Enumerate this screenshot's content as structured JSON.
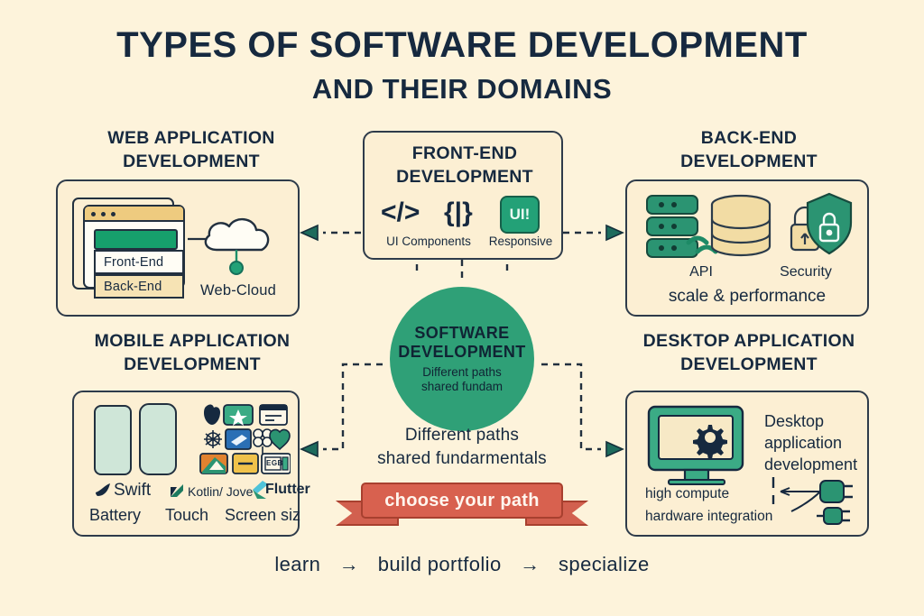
{
  "page": {
    "background_color": "#fdf3db",
    "ink_color": "#16293f",
    "accent_green": "#2fa077",
    "accent_red": "#d8614f",
    "accent_tan": "#eecb7f"
  },
  "title": {
    "line1": "TYPES OF SOFTWARE DEVELOPMENT",
    "line2": "AND THEIR DOMAINS"
  },
  "sections": {
    "web": {
      "title_line1": "WEB APPLICATION",
      "title_line2": "DEVELOPMENT",
      "browser_dots": 3,
      "stack": [
        {
          "label": "Front-End"
        },
        {
          "label": "Back-End"
        }
      ],
      "cloud_label": "Web-Cloud"
    },
    "frontend": {
      "title_line1": "FRONT-END",
      "title_line2": "DEVELOPMENT",
      "glyph_code": "</>",
      "glyph_braces": "{|}",
      "badge_text": "UI!",
      "label_left": "UI Components",
      "label_right": "Responsive"
    },
    "backend": {
      "title_line1": "BACK-END",
      "title_line2": "DEVELOPMENT",
      "label_api": "API",
      "label_security": "Security",
      "label_scale": "scale & performance"
    },
    "mobile": {
      "title_line1": "MOBILE APPLICATION",
      "title_line2": "DEVELOPMENT",
      "tech": [
        {
          "name": "Swift"
        },
        {
          "name": "Kotlin/ Jove"
        },
        {
          "name": "Flutter"
        }
      ],
      "concerns": [
        {
          "label": "Battery"
        },
        {
          "label": "Touch"
        },
        {
          "label": "Screen siz"
        }
      ],
      "app_icon_badge_text": "EGB"
    },
    "desktop": {
      "title_line1": "DESKTOP APPLICATION",
      "title_line2": "DEVELOPMENT",
      "caption_line1": "Desktop",
      "caption_line2": "application",
      "caption_line3": "development",
      "note_line1": "high compute",
      "note_line2": "hardware integration"
    }
  },
  "center": {
    "title_line1": "SOFTWARE",
    "title_line2": "DEVELOPMENT",
    "sub_line1": "Different paths",
    "sub_line2": "shared fundam",
    "outer_line1": "Different paths",
    "outer_line2": "shared fundarmentals"
  },
  "ribbon": {
    "text": "choose your path"
  },
  "footer": {
    "step1": "learn",
    "arrow1": "→",
    "step2": "build portfolio",
    "arrow2": "→",
    "step3": "specialize"
  }
}
